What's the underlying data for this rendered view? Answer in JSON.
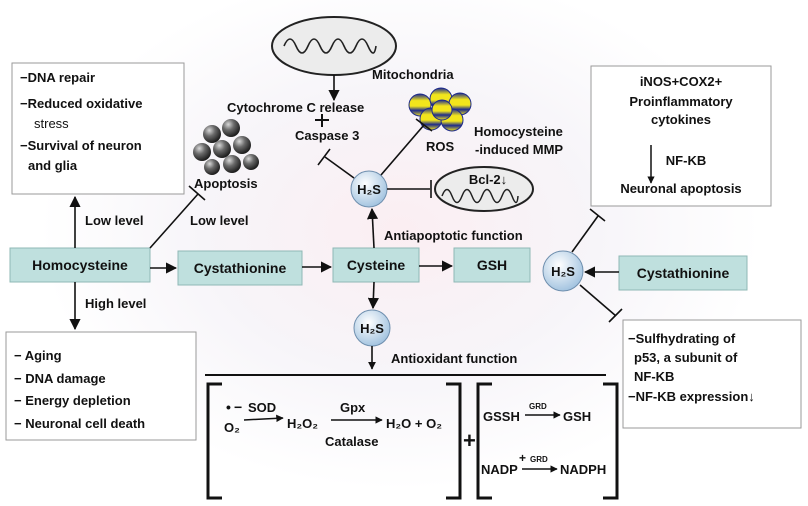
{
  "boxes": {
    "low_effects": [
      "−DNA repair",
      "−Reduced oxidative",
      "stress",
      "−Survival of neuron",
      "and glia"
    ],
    "high_effects": [
      "− Aging",
      "− DNA damage",
      "− Energy depletion",
      "− Neuronal cell death"
    ],
    "inflammation": [
      "iNOS+COX2+",
      "Proinflammatory",
      "cytokines",
      "NF-KB",
      "Neuronal apoptosis"
    ],
    "sulfhydration": [
      "−Sulfhydrating of",
      "p53, a subunit of",
      "NF-KB",
      "−NF-KB expression↓"
    ]
  },
  "nodes": {
    "homocysteine": "Homocysteine",
    "cystathionine": "Cystathionine",
    "cysteine": "Cysteine",
    "gsh": "GSH",
    "cystathionine_right": "Cystathionine"
  },
  "h2s": "H₂S",
  "labels": {
    "low_level_left": "Low level",
    "low_level_right": "Low level",
    "high_level": "High level",
    "apoptosis": "Apoptosis",
    "mitochondria": "Mitochondria",
    "cytochrome_c": "Cytochrome C release",
    "caspase3": "Caspase 3",
    "ros": "ROS",
    "homocysteine_mmp_1": "Homocysteine",
    "homocysteine_mmp_2": "-induced MMP",
    "bcl2": "Bcl-2↓",
    "antiapoptotic": "Antiapoptotic function",
    "antioxidant": "Antioxidant function"
  },
  "reactions": {
    "superoxide": "O₂",
    "sod": "SOD",
    "h2o2": "H₂O₂",
    "gpx": "Gpx",
    "catalase": "Catalase",
    "products": "H₂O + O₂",
    "plus": "+",
    "gssh": "GSSH",
    "grd_1": "GRD",
    "gsh": "GSH",
    "nadp": "NADP",
    "grd_2": "GRD",
    "nadph": "NADPH"
  },
  "colors": {
    "node_fill": "#bfe0de",
    "h2s_fill": "#cfe0ef",
    "ros_yellow": "#f2e51c",
    "ros_blue": "#1d2a8c",
    "dark_sphere": "#4a4a4a"
  }
}
